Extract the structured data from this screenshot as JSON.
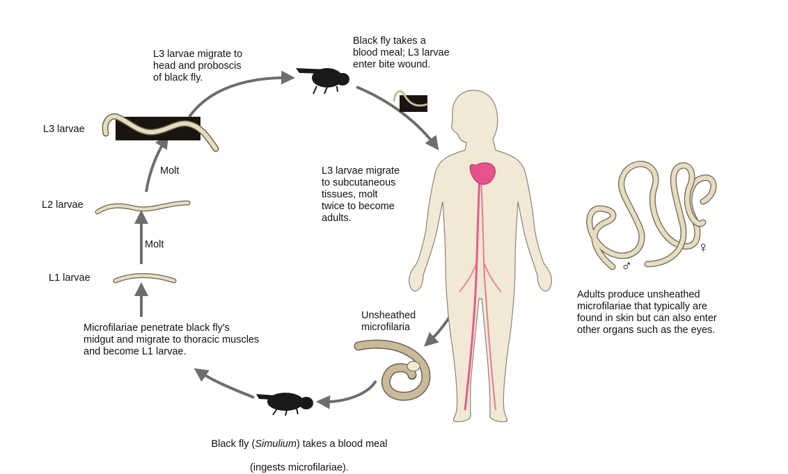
{
  "labels": {
    "l3_migrate_head": "L3 larvae migrate to\nhead and proboscis\nof black fly.",
    "fly_blood_meal_top": "Black fly takes a\nblood meal; L3 larvae\nenter bite wound.",
    "l3_larvae": "L3 larvae",
    "molt_upper": "Molt",
    "l2_larvae": "L2 larvae",
    "molt_lower": "Molt",
    "l1_larvae": "L1 larvae",
    "l3_subcutaneous": "L3 larvae migrate\nto subcutaneous\ntissues, molt\ntwice to become\nadults.",
    "unsheathed_microfilaria": "Unsheathed\nmicrofilaria",
    "adults_produce": "Adults produce unsheathed\nmicrofilariae that typically are\nfound in skin but can also enter\nother organs such as the eyes.",
    "microfilariae_penetrate": "Microfilariae penetrate black fly's\nmidgut and migrate to thoracic muscles\nand become L1 larvae.",
    "fly_bottom_pre": "Black fly (",
    "fly_bottom_genus": "Simulium",
    "fly_bottom_post": ") takes a blood meal",
    "fly_bottom_line2": "(ingests microfilariae).",
    "male_symbol": "♂",
    "female_symbol": "♀"
  },
  "colors": {
    "arrow": "#6d6d6d",
    "skin": "#f1e8d6",
    "skin_outline": "#8a8275",
    "heart": "#e8518c",
    "vessel": "#e65c82",
    "worm": "#e6dcc0",
    "worm_outline": "#6b6250",
    "fly": "#1a1a1a"
  }
}
